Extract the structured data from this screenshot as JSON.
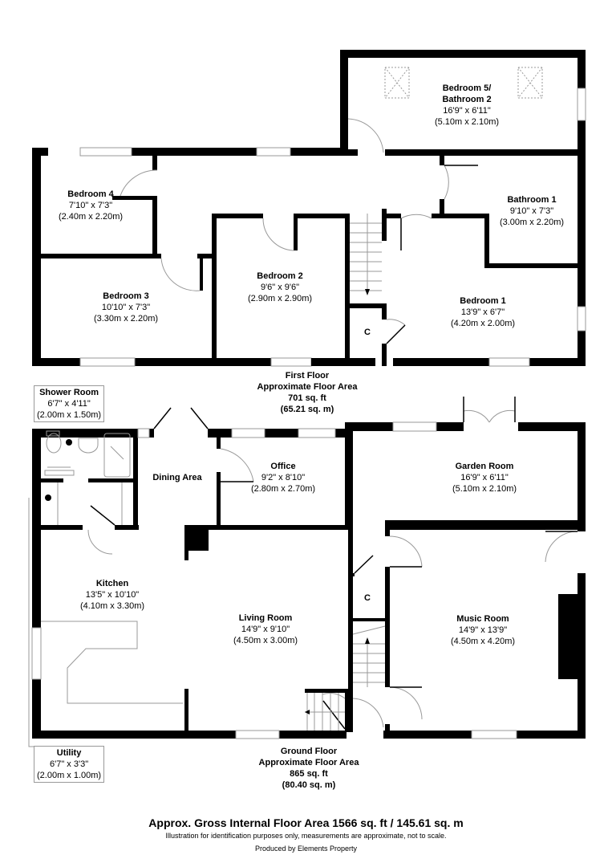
{
  "first_floor": {
    "title": "First Floor",
    "area_label": "Approximate Floor Area",
    "area_sqft": "701 sq. ft",
    "area_sqm": "(65.21 sq. m)",
    "rooms": [
      {
        "name": "Bedroom 5/",
        "name2": "Bathroom 2",
        "imperial": "16'9\" x 6'11\"",
        "metric": "(5.10m x 2.10m)"
      },
      {
        "name": "Bedroom 4",
        "imperial": "7'10\" x 7'3\"",
        "metric": "(2.40m x 2.20m)"
      },
      {
        "name": "Bathroom 1",
        "imperial": "9'10\" x 7'3\"",
        "metric": "(3.00m x 2.20m)"
      },
      {
        "name": "Bedroom 2",
        "imperial": "9'6\" x 9'6\"",
        "metric": "(2.90m x 2.90m)"
      },
      {
        "name": "Bedroom 3",
        "imperial": "10'10\" x 7'3\"",
        "metric": "(3.30m x 2.20m)"
      },
      {
        "name": "Bedroom 1",
        "imperial": "13'9\" x 6'7\"",
        "metric": "(4.20m x 2.00m)"
      }
    ],
    "cupboard_label": "C"
  },
  "ground_floor": {
    "title": "Ground Floor",
    "area_label": "Approximate Floor Area",
    "area_sqft": "865 sq. ft",
    "area_sqm": "(80.40 sq. m)",
    "rooms": [
      {
        "name": "Shower Room",
        "imperial": "6'7\" x 4'11\"",
        "metric": "(2.00m x 1.50m)"
      },
      {
        "name": "Dining Area"
      },
      {
        "name": "Office",
        "imperial": "9'2\" x 8'10\"",
        "metric": "(2.80m x 2.70m)"
      },
      {
        "name": "Garden Room",
        "imperial": "16'9\" x 6'11\"",
        "metric": "(5.10m x 2.10m)"
      },
      {
        "name": "Kitchen",
        "imperial": "13'5\" x 10'10\"",
        "metric": "(4.10m x 3.30m)"
      },
      {
        "name": "Living Room",
        "imperial": "14'9\" x 9'10\"",
        "metric": "(4.50m x 3.00m)"
      },
      {
        "name": "Music Room",
        "imperial": "14'9\" x 13'9\"",
        "metric": "(4.50m x 4.20m)"
      },
      {
        "name": "Utility",
        "imperial": "6'7\" x 3'3\"",
        "metric": "(2.00m x 1.00m)"
      }
    ],
    "cupboard_label": "C"
  },
  "footer": {
    "total": "Approx. Gross Internal Floor Area 1566 sq. ft / 145.61 sq. m",
    "disclaimer": "Illustration for identification purposes only, measurements are approximate, not to scale.",
    "producer": "Produced by Elements Property"
  },
  "colors": {
    "wall": "#000000",
    "fixture_line": "#999999",
    "background": "#ffffff"
  }
}
